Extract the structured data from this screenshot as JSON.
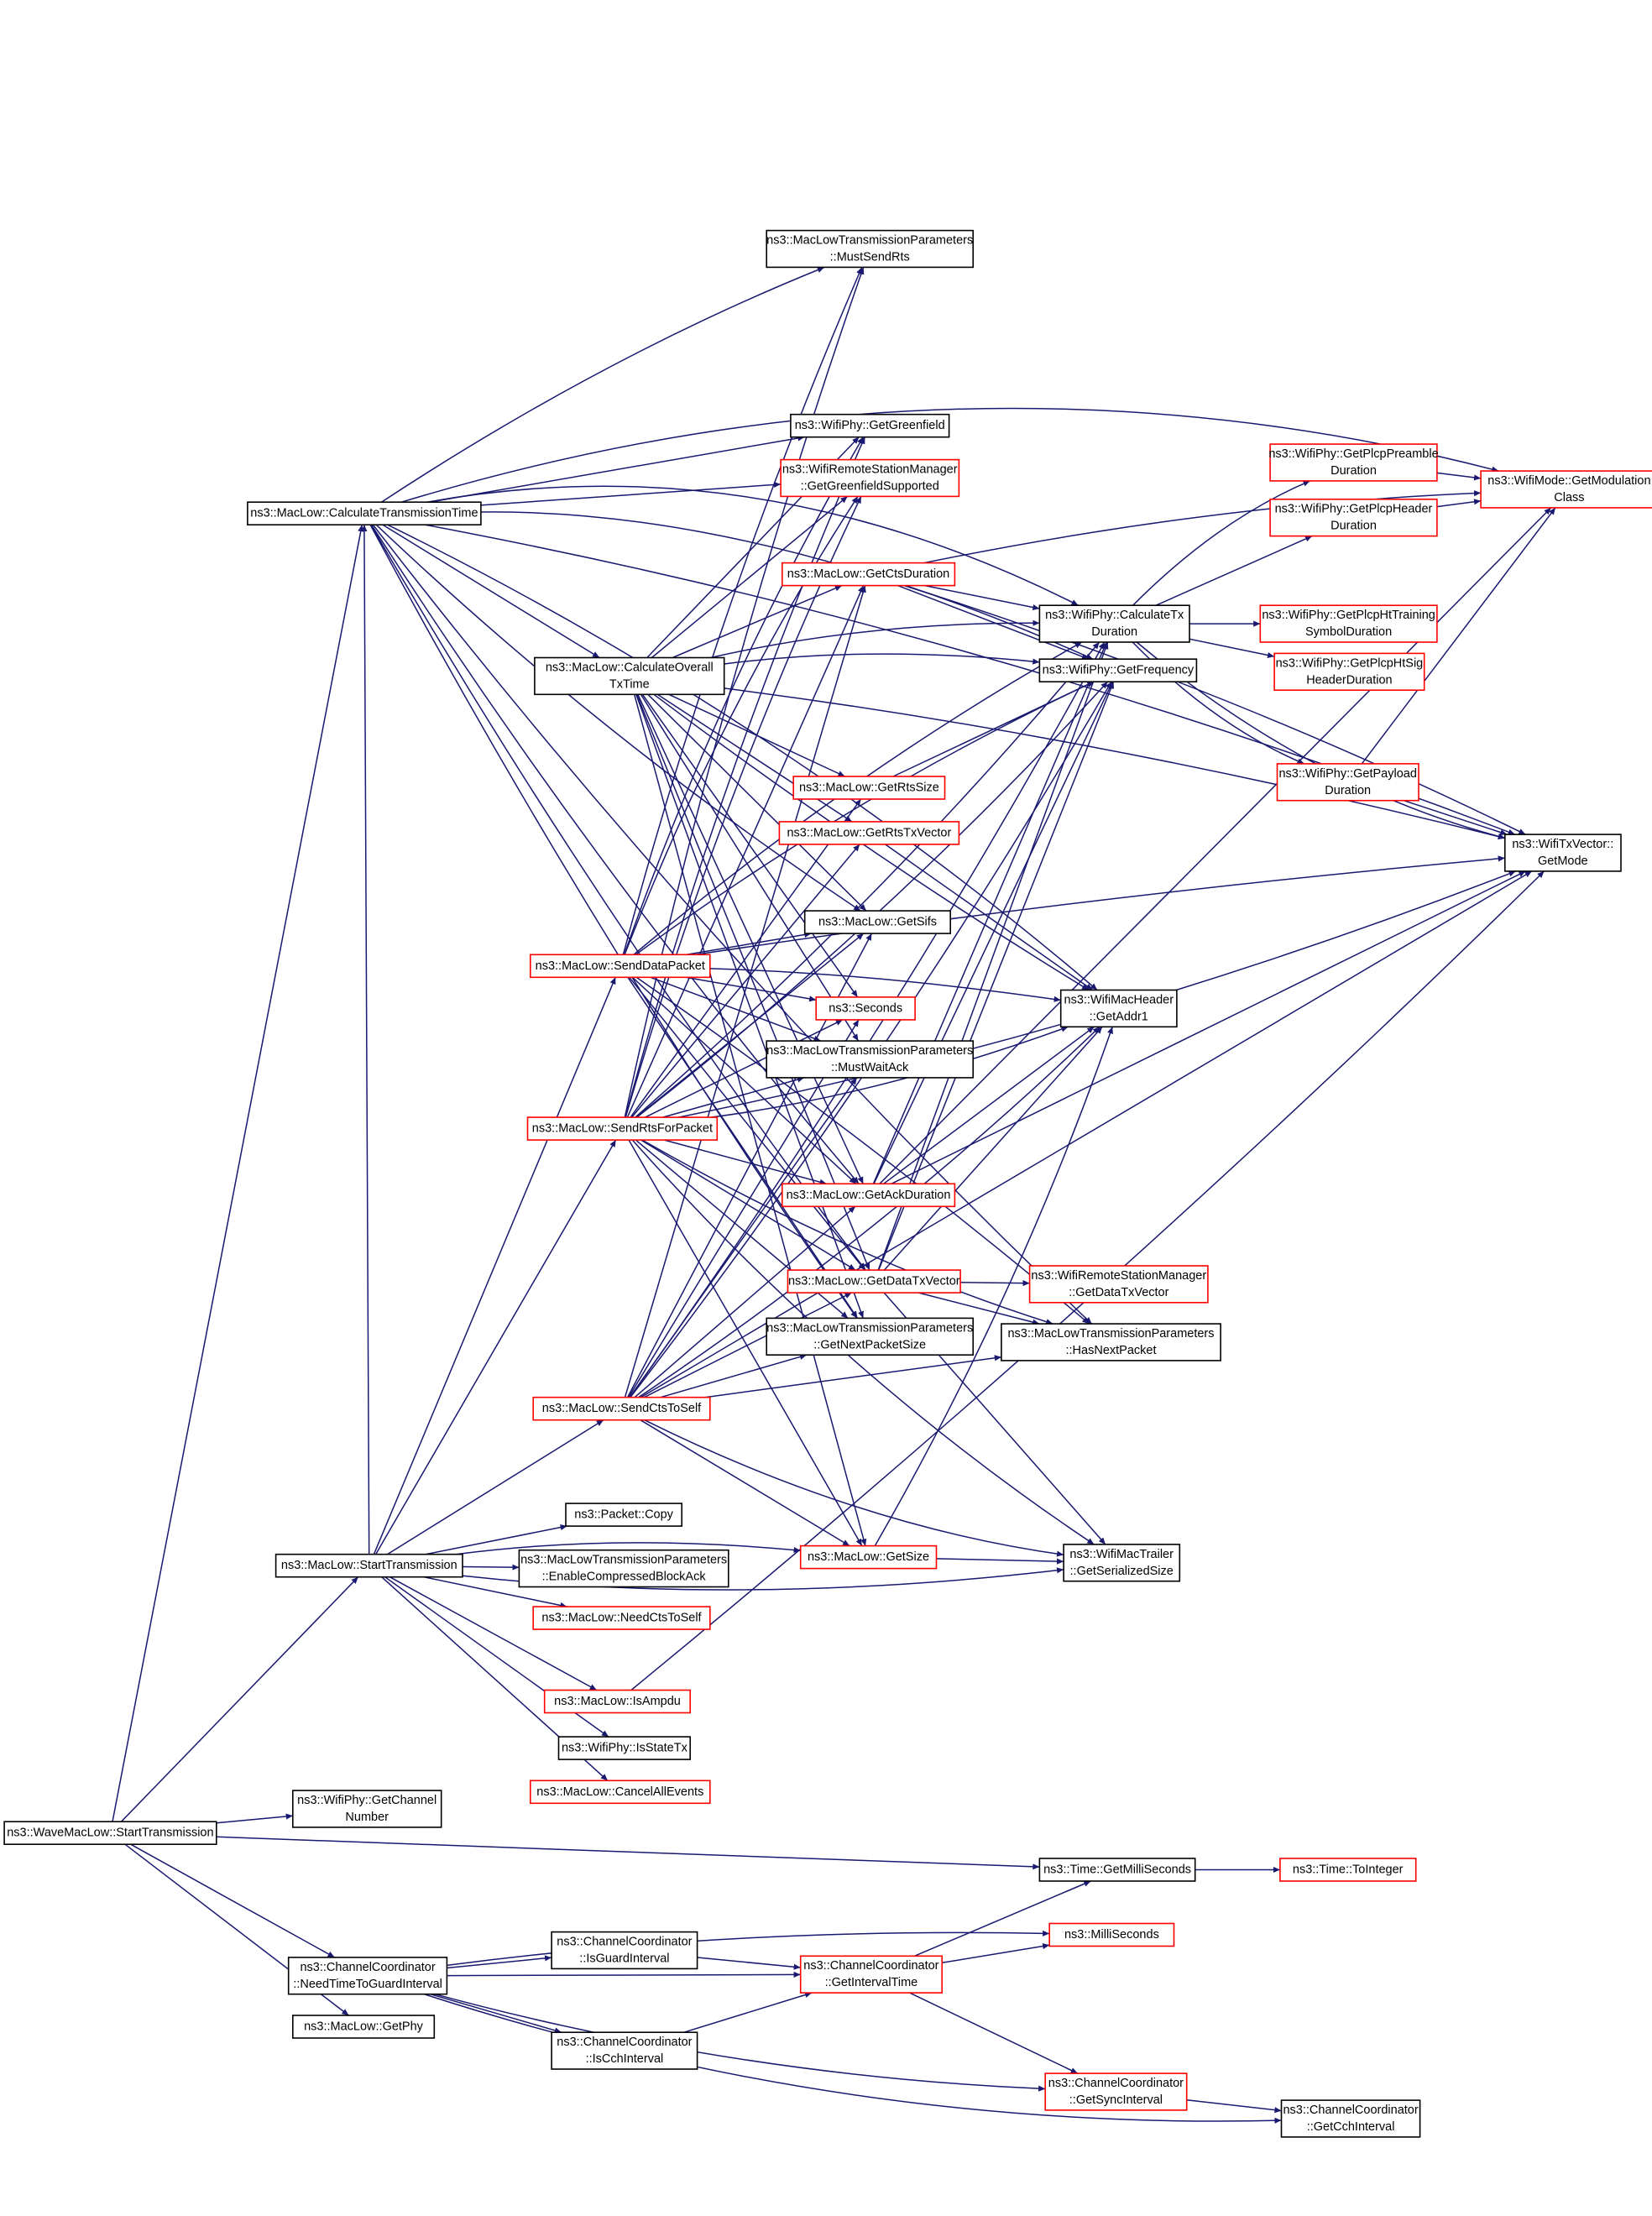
{
  "colors": {
    "edge": "#191970",
    "border_normal": "#000000",
    "border_red": "#ff0000",
    "root_fill": "#bfbfbf",
    "node_fill": "#ffffff"
  },
  "nodes": [
    {
      "id": "root",
      "lines": [
        "ns3::WaveMacLow::StartTransmission"
      ],
      "border": "root"
    },
    {
      "id": "ctt",
      "lines": [
        "ns3::MacLow::CalculateTransmissionTime"
      ],
      "border": "black"
    },
    {
      "id": "st",
      "lines": [
        "ns3::MacLow::StartTransmission"
      ],
      "border": "black"
    },
    {
      "id": "gcn",
      "lines": [
        "ns3::WifiPhy::GetChannel",
        "Number"
      ],
      "border": "black"
    },
    {
      "id": "cc_need",
      "lines": [
        "ns3::ChannelCoordinator",
        "::NeedTimeToGuardInterval"
      ],
      "border": "black"
    },
    {
      "id": "getphy",
      "lines": [
        "ns3::MacLow::GetPhy"
      ],
      "border": "black"
    },
    {
      "id": "cotx",
      "lines": [
        "ns3::MacLow::CalculateOverall",
        "TxTime"
      ],
      "border": "black"
    },
    {
      "id": "sdp",
      "lines": [
        "ns3::MacLow::SendDataPacket"
      ],
      "border": "red"
    },
    {
      "id": "srfp",
      "lines": [
        "ns3::MacLow::SendRtsForPacket"
      ],
      "border": "red"
    },
    {
      "id": "scts",
      "lines": [
        "ns3::MacLow::SendCtsToSelf"
      ],
      "border": "red"
    },
    {
      "id": "copy",
      "lines": [
        "ns3::Packet::Copy"
      ],
      "border": "black"
    },
    {
      "id": "ecba",
      "lines": [
        "ns3::MacLowTransmissionParameters",
        "::EnableCompressedBlockAck"
      ],
      "border": "black"
    },
    {
      "id": "nctss",
      "lines": [
        "ns3::MacLow::NeedCtsToSelf"
      ],
      "border": "red"
    },
    {
      "id": "isampdu",
      "lines": [
        "ns3::MacLow::IsAmpdu"
      ],
      "border": "red"
    },
    {
      "id": "isstatetx",
      "lines": [
        "ns3::WifiPhy::IsStateTx"
      ],
      "border": "black"
    },
    {
      "id": "cae",
      "lines": [
        "ns3::MacLow::CancelAllEvents"
      ],
      "border": "red"
    },
    {
      "id": "msr",
      "lines": [
        "ns3::MacLowTransmissionParameters",
        "::MustSendRts"
      ],
      "border": "black"
    },
    {
      "id": "ggf",
      "lines": [
        "ns3::WifiPhy::GetGreenfield"
      ],
      "border": "black"
    },
    {
      "id": "wrsm_ggs",
      "lines": [
        "ns3::WifiRemoteStationManager",
        "::GetGreenfieldSupported"
      ],
      "border": "red"
    },
    {
      "id": "gctsd",
      "lines": [
        "ns3::MacLow::GetCtsDuration"
      ],
      "border": "red"
    },
    {
      "id": "grtss",
      "lines": [
        "ns3::MacLow::GetRtsSize"
      ],
      "border": "red"
    },
    {
      "id": "grtstxv",
      "lines": [
        "ns3::MacLow::GetRtsTxVector"
      ],
      "border": "red"
    },
    {
      "id": "gsifs",
      "lines": [
        "ns3::MacLow::GetSifs"
      ],
      "border": "black"
    },
    {
      "id": "seconds",
      "lines": [
        "ns3::Seconds"
      ],
      "border": "red"
    },
    {
      "id": "mwa",
      "lines": [
        "ns3::MacLowTransmissionParameters",
        "::MustWaitAck"
      ],
      "border": "black"
    },
    {
      "id": "gackd",
      "lines": [
        "ns3::MacLow::GetAckDuration"
      ],
      "border": "red"
    },
    {
      "id": "gdtxv",
      "lines": [
        "ns3::MacLow::GetDataTxVector"
      ],
      "border": "red"
    },
    {
      "id": "gnps",
      "lines": [
        "ns3::MacLowTransmissionParameters",
        "::GetNextPacketSize"
      ],
      "border": "black"
    },
    {
      "id": "gsize",
      "lines": [
        "ns3::MacLow::GetSize"
      ],
      "border": "red"
    },
    {
      "id": "ctxd",
      "lines": [
        "ns3::WifiPhy::CalculateTx",
        "Duration"
      ],
      "border": "black"
    },
    {
      "id": "gfreq",
      "lines": [
        "ns3::WifiPhy::GetFrequency"
      ],
      "border": "black"
    },
    {
      "id": "addr1",
      "lines": [
        "ns3::WifiMacHeader",
        "::GetAddr1"
      ],
      "border": "black"
    },
    {
      "id": "wrsm_gdtxv",
      "lines": [
        "ns3::WifiRemoteStationManager",
        "::GetDataTxVector"
      ],
      "border": "red"
    },
    {
      "id": "hnp",
      "lines": [
        "ns3::MacLowTransmissionParameters",
        "::HasNextPacket"
      ],
      "border": "black"
    },
    {
      "id": "wmt",
      "lines": [
        "ns3::WifiMacTrailer",
        "::GetSerializedSize"
      ],
      "border": "black"
    },
    {
      "id": "gpreamble",
      "lines": [
        "ns3::WifiPhy::GetPlcpPreamble",
        "Duration"
      ],
      "border": "red"
    },
    {
      "id": "gheader",
      "lines": [
        "ns3::WifiPhy::GetPlcpHeader",
        "Duration"
      ],
      "border": "red"
    },
    {
      "id": "ghttrain",
      "lines": [
        "ns3::WifiPhy::GetPlcpHtTraining",
        "SymbolDuration"
      ],
      "border": "red"
    },
    {
      "id": "ghtsig",
      "lines": [
        "ns3::WifiPhy::GetPlcpHtSig",
        "HeaderDuration"
      ],
      "border": "red"
    },
    {
      "id": "gpayload",
      "lines": [
        "ns3::WifiPhy::GetPayload",
        "Duration"
      ],
      "border": "red"
    },
    {
      "id": "gmodclass",
      "lines": [
        "ns3::WifiMode::GetModulation",
        "Class"
      ],
      "border": "red"
    },
    {
      "id": "txvmode",
      "lines": [
        "ns3::WifiTxVector::",
        "GetMode"
      ],
      "border": "black"
    },
    {
      "id": "getms",
      "lines": [
        "ns3::Time::GetMilliSeconds"
      ],
      "border": "black"
    },
    {
      "id": "toint",
      "lines": [
        "ns3::Time::ToInteger"
      ],
      "border": "red"
    },
    {
      "id": "millis",
      "lines": [
        "ns3::MilliSeconds"
      ],
      "border": "red"
    },
    {
      "id": "isgi",
      "lines": [
        "ns3::ChannelCoordinator",
        "::IsGuardInterval"
      ],
      "border": "black"
    },
    {
      "id": "iscch",
      "lines": [
        "ns3::ChannelCoordinator",
        "::IsCchInterval"
      ],
      "border": "black"
    },
    {
      "id": "giv",
      "lines": [
        "ns3::ChannelCoordinator",
        "::GetIntervalTime"
      ],
      "border": "red"
    },
    {
      "id": "gsync",
      "lines": [
        "ns3::ChannelCoordinator",
        "::GetSyncInterval"
      ],
      "border": "red"
    },
    {
      "id": "gcch",
      "lines": [
        "ns3::ChannelCoordinator",
        "::GetCchInterval"
      ],
      "border": "black"
    }
  ]
}
